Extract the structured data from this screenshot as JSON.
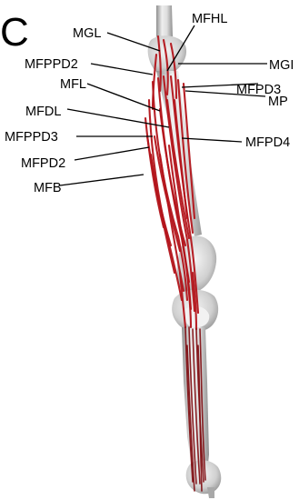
{
  "figure": {
    "panel_letter": "C",
    "colors": {
      "muscle": "#b3151b",
      "muscle_dark": "#7e0a0e",
      "bone_light": "#eeeeee",
      "bone_mid": "#c9c9c9",
      "bone_dark": "#8f8f8f",
      "label": "#000000"
    },
    "labels": {
      "mgl": "MGL",
      "mfhl": "MFHL",
      "mfppd2_top": "MFPPD2",
      "mgi": "MGI",
      "mfl": "MFL",
      "mfpd3": "MFPD3",
      "mp": "MP",
      "mfdl": "MFDL",
      "mfppd3": "MFPPD3",
      "mfpd4": "MFPD4",
      "mfpd2": "MFPD2",
      "mfb": "MFB"
    }
  }
}
